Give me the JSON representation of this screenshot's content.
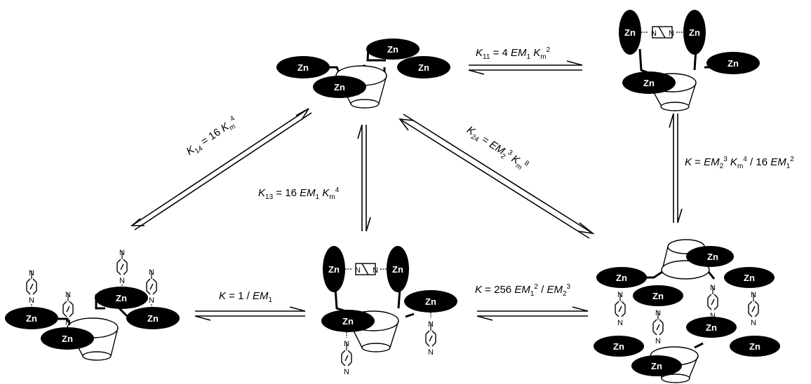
{
  "metal_label": "Zn",
  "nitrogen_label": "N",
  "equilibria": {
    "k11": {
      "k": "K",
      "sub": "11",
      "eq": " = 4 ",
      "em": "EM",
      "em_sub": "1",
      "km": "K",
      "km_sub": "m",
      "km_sup": "2"
    },
    "k14": {
      "k": "K",
      "sub": "14",
      "eq": " = 16 ",
      "km": "K",
      "km_sub": "m",
      "km_sup": "4"
    },
    "k13": {
      "k": "K",
      "sub": "13",
      "eq": " = 16 ",
      "em": "EM",
      "em_sub": "1",
      "km": "K",
      "km_sub": "m",
      "km_sup": "4"
    },
    "k24": {
      "k": "K",
      "sub": "24",
      "eq": " = ",
      "em": "EM",
      "em_sub": "2",
      "em_sup": "3",
      "km": "K",
      "km_sub": "m",
      "km_sup": "8"
    },
    "k_right": {
      "k": "K",
      "eq": " = ",
      "em2": "EM",
      "em2_sub": "2",
      "em2_sup": "3",
      "km": "K",
      "km_sub": "m",
      "km_sup": "4",
      "div": " / 16 ",
      "em1": "EM",
      "em1_sub": "1",
      "em1_sup": "2"
    },
    "k_bottom_left": {
      "k": "K",
      "eq": " = 1 / ",
      "em": "EM",
      "em_sub": "1"
    },
    "k_bottom_right": {
      "k": "K",
      "eq": " = 256 ",
      "em1": "EM",
      "em1_sub": "1",
      "em1_sup": "2",
      "div": " / ",
      "em2": "EM",
      "em2_sub": "2",
      "em2_sup": "3"
    }
  }
}
